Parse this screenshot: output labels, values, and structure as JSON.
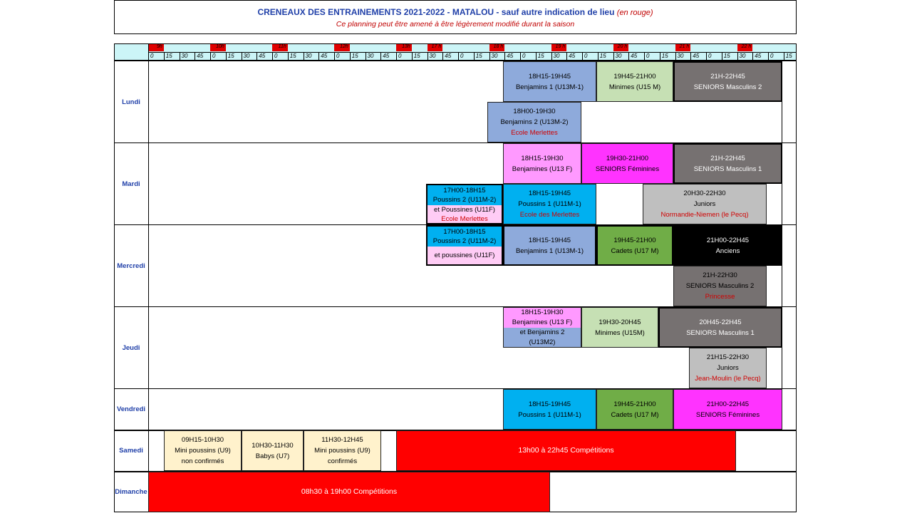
{
  "title": {
    "main": "CRENEAUX DES ENTRAINEMENTS 2021-2022 - MATALOU - sauf autre indication de lieu",
    "hint": "(en rouge)",
    "subtitle": "Ce planning peut être amené à être légèrement modifié durant la saison"
  },
  "timeline": {
    "hours": [
      "9h",
      "10h",
      "11h",
      "12h",
      "13h",
      "17 h",
      "18 h",
      "19 h",
      "20 h",
      "21 h",
      "22 h"
    ],
    "minutes": [
      "0",
      "15",
      "30",
      "45"
    ]
  },
  "days": [
    "Lundi",
    "Mardi",
    "Mercredi",
    "Jeudi",
    "Vendredi",
    "Samedi",
    "Dimanche"
  ],
  "colors": {
    "benjamins": "#8eaadb",
    "minimes": "#c6e0b4",
    "seniors_m": "#767171",
    "benjamines": "#ff99ff",
    "seniors_f": "#ff33ff",
    "poussins": "#00b0f0",
    "juniors": "#bfbfbf",
    "cadets": "#70ad47",
    "anciens": "#000000",
    "samedi": "#fff2cc",
    "competition": "#ff0000",
    "header": "#ccf5f7"
  },
  "schedule": {
    "lundi": {
      "b1": {
        "time": "18H15-19H45",
        "group": "Benjamins 1 (U13M-1)"
      },
      "b2": {
        "time": "19H45-21H00",
        "group": "Minimes  (U15 M)"
      },
      "b3": {
        "time": "21H-22H45",
        "group": "SENIORS Masculins 2"
      },
      "b4": {
        "time": "18H00-19H30",
        "group": "Benjamins 2 (U13M-2)",
        "place": "Ecole Merlettes"
      }
    },
    "mardi": {
      "b1": {
        "time": "18H15-19H30",
        "group": "Benjamines (U13 F)"
      },
      "b2": {
        "time": "19H30-21H00",
        "group": "SENIORS Féminines"
      },
      "b3": {
        "time": "21H-22H45",
        "group": "SENIORS Masculins 1"
      },
      "b4": {
        "time": "17H00-18H15",
        "group": "Poussins 2 (U11M-2)",
        "group2": "et Poussines (U11F)",
        "place": "Ecole Merlettes"
      },
      "b5": {
        "time": "18H15-19H45",
        "group": "Poussins  1  (U11M-1)",
        "place": "Ecole des Merlettes"
      },
      "b6": {
        "time": "20H30-22H30",
        "group": "Juniors",
        "place": "Normandie-Niemen (le Pecq)"
      }
    },
    "mercredi": {
      "b1": {
        "time": "17H00-18H15",
        "group": "Poussins 2 (U11M-2)",
        "group2": "et poussines (U11F)"
      },
      "b2": {
        "time": "18H15-19H45",
        "group": "Benjamins 1 (U13M-1)"
      },
      "b3": {
        "time": "19H45-21H00",
        "group": "Cadets (U17 M)"
      },
      "b4": {
        "time": "21H00-22H45",
        "group": "Anciens"
      },
      "b5": {
        "time": "21H-22H30",
        "group": "SENIORS Masculins 2",
        "place": "Princesse"
      }
    },
    "jeudi": {
      "b1": {
        "time": "18H15-19H30",
        "group": "Benjamines (U13 F)",
        "group2": "et Benjamins 2",
        "group3": "(U13M2)"
      },
      "b2": {
        "time": "19H30-20H45",
        "group": "Minimes (U15M)"
      },
      "b3": {
        "time": "20H45-22H45",
        "group": "SENIORS Masculins 1"
      },
      "b4": {
        "time": "21H15-22H30",
        "group": "Juniors",
        "place": "Jean-Moulin (le Pecq)"
      }
    },
    "vendredi": {
      "b1": {
        "time": "18H15-19H45",
        "group": "Poussins  1  (U11M-1)"
      },
      "b2": {
        "time": "19H45-21H00",
        "group": "Cadets  (U17 M)"
      },
      "b3": {
        "time": "21H00-22H45",
        "group": "SENIORS Féminines"
      }
    },
    "samedi": {
      "b1": {
        "time": "09H15-10H30",
        "group": "Mini poussins (U9)",
        "note": "non confirmés"
      },
      "b2": {
        "time": "10H30-11H30",
        "group": "Babys (U7)"
      },
      "b3": {
        "time": "11H30-12H45",
        "group": "Mini poussins (U9)",
        "note": "confirmés"
      },
      "b4": {
        "label": "13h00 à 22h45 Compétitions"
      }
    },
    "dimanche": {
      "b1": {
        "label": "08h30 à 19h00 Compétitions"
      }
    }
  }
}
